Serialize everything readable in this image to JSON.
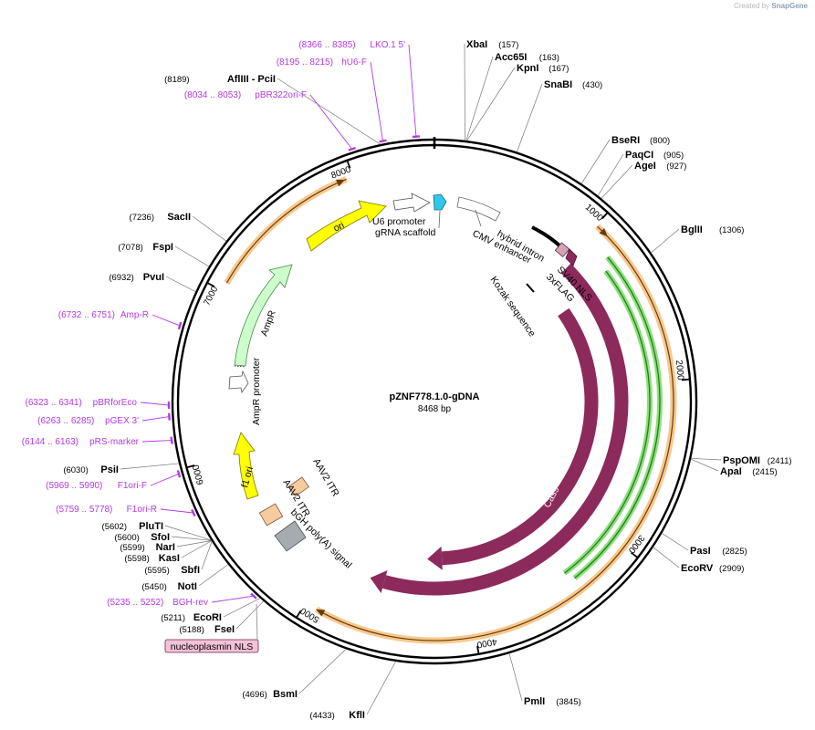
{
  "watermark": {
    "created_by": "Created by",
    "brand": "SnapGene"
  },
  "plasmid": {
    "name": "pZNF778.1.0-gDNA",
    "length_label": "8468 bp",
    "length": 8468
  },
  "ticks": [
    {
      "pos": 1000,
      "label": "1000"
    },
    {
      "pos": 2000,
      "label": "2000"
    },
    {
      "pos": 3000,
      "label": "3000"
    },
    {
      "pos": 4000,
      "label": "4000"
    },
    {
      "pos": 5000,
      "label": "5000"
    },
    {
      "pos": 6000,
      "label": "6000"
    },
    {
      "pos": 7000,
      "label": "7000"
    },
    {
      "pos": 8000,
      "label": "8000"
    }
  ],
  "sites": [
    {
      "name": "XbaI",
      "pos_label": "(157)",
      "pos": 157
    },
    {
      "name": "Acc65I",
      "pos_label": "(163)",
      "pos": 163
    },
    {
      "name": "KpnI",
      "pos_label": "(167)",
      "pos": 167
    },
    {
      "name": "SnaBI",
      "pos_label": "(430)",
      "pos": 430
    },
    {
      "name": "BseRI",
      "pos_label": "(800)",
      "pos": 800
    },
    {
      "name": "PaqCI",
      "pos_label": "(905)",
      "pos": 905
    },
    {
      "name": "AgeI",
      "pos_label": "(927)",
      "pos": 927
    },
    {
      "name": "BglII",
      "pos_label": "(1306)",
      "pos": 1306
    },
    {
      "name": "PspOMI",
      "pos_label": "(2411)",
      "pos": 2411
    },
    {
      "name": "ApaI",
      "pos_label": "(2415)",
      "pos": 2415
    },
    {
      "name": "PasI",
      "pos_label": "(2825)",
      "pos": 2825
    },
    {
      "name": "EcoRV",
      "pos_label": "(2909)",
      "pos": 2909
    },
    {
      "name": "PmlI",
      "pos_label": "(3845)",
      "pos": 3845
    },
    {
      "name": "KflI",
      "pos_label": "(4433)",
      "pos": 4433
    },
    {
      "name": "BsmI",
      "pos_label": "(4696)",
      "pos": 4696
    },
    {
      "name": "FseI",
      "pos_label": "(5188)",
      "pos": 5188
    },
    {
      "name": "EcoRI",
      "pos_label": "(5211)",
      "pos": 5211
    },
    {
      "name": "NotI",
      "pos_label": "(5450)",
      "pos": 5450
    },
    {
      "name": "SbfI",
      "pos_label": "(5595)",
      "pos": 5595
    },
    {
      "name": "KasI",
      "pos_label": "(5598)",
      "pos": 5598
    },
    {
      "name": "NarI",
      "pos_label": "(5599)",
      "pos": 5599
    },
    {
      "name": "SfoI",
      "pos_label": "(5600)",
      "pos": 5600
    },
    {
      "name": "PluTI",
      "pos_label": "(5602)",
      "pos": 5602
    },
    {
      "name": "PsiI",
      "pos_label": "(6030)",
      "pos": 6030
    },
    {
      "name": "PvuI",
      "pos_label": "(6932)",
      "pos": 6932
    },
    {
      "name": "FspI",
      "pos_label": "(7078)",
      "pos": 7078
    },
    {
      "name": "SacII",
      "pos_label": "(7236)",
      "pos": 7236
    },
    {
      "name": "AflIII - PciI",
      "pos_label": "(8189)",
      "pos": 8189
    }
  ],
  "primers": [
    {
      "name": "LKO.1 5'",
      "range": "(8366 .. 8385)",
      "pos": 8375
    },
    {
      "name": "hU6-F",
      "range": "(8195 .. 8215)",
      "pos": 8205
    },
    {
      "name": "pBR322ori-F",
      "range": "(8034 .. 8053)",
      "pos": 8043
    },
    {
      "name": "Amp-R",
      "range": "(6732 .. 6751)",
      "pos": 6741
    },
    {
      "name": "pBRforEco",
      "range": "(6323 .. 6341)",
      "pos": 6332
    },
    {
      "name": "pGEX 3'",
      "range": "(6263 .. 6285)",
      "pos": 6274
    },
    {
      "name": "pRS-marker",
      "range": "(6144 .. 6163)",
      "pos": 6153
    },
    {
      "name": "F1ori-F",
      "range": "(5969 .. 5990)",
      "pos": 5979
    },
    {
      "name": "F1ori-R",
      "range": "(5759 .. 5778)",
      "pos": 5768
    },
    {
      "name": "BGH-rev",
      "range": "(5235 .. 5252)",
      "pos": 5243
    }
  ],
  "features": {
    "ori": "ori",
    "u6_promoter": "U6 promoter",
    "grna_scaffold": "gRNA scaffold",
    "cmv_enhancer": "CMV enhancer",
    "hybrid_intron": "hybrid intron",
    "sv40_nls": "SV40 NLS",
    "flag": "3xFLAG",
    "kozak": "Kozak sequence",
    "cas9_inner": "Cas9",
    "cas9_outer": "Cas9",
    "ampr": "AmpR",
    "ampr_promoter": "AmpR promoter",
    "f1_ori": "f1 ori",
    "aav2_itr_1": "AAV2 ITR",
    "aav2_itr_2": "AAV2 ITR",
    "bgh": "bGH poly(A) signal",
    "nls_box": "nucleoplasmin NLS"
  },
  "colors": {
    "cas9": "#8c2a5c",
    "ori": "#ffff00",
    "ampr": "#ccffcc",
    "promoter": "#ffffff",
    "u6_arrow": "#31c7ea",
    "itr": "#f6cba0",
    "bgh": "#a5abb0",
    "orange_arc": "#f7c88c",
    "green_arc": "#8ae07a",
    "primer": "#b23ae6",
    "nls_box": "#f3c2d8"
  }
}
